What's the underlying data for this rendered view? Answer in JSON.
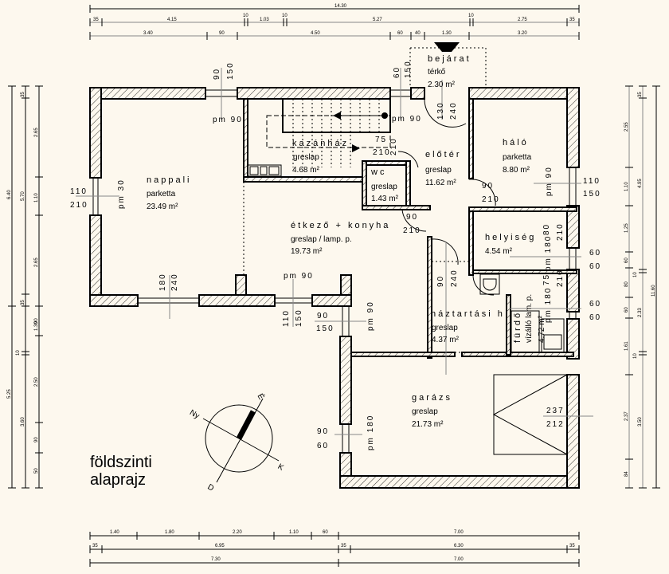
{
  "title": {
    "line1": "földszinti",
    "line2": "alaprajz"
  },
  "compass": {
    "north": "É",
    "south": "D",
    "east": "K",
    "west": "Ny"
  },
  "dimensions": {
    "top": {
      "overall": "14.30",
      "row2": [
        "35",
        "4.15",
        "10",
        "1.03",
        "10",
        "5.27",
        "10",
        "2.75",
        "35"
      ],
      "row3": [
        "3.40",
        "90",
        "4.50",
        "60",
        "40",
        "1.30",
        "3.20"
      ]
    },
    "bottom": {
      "row1": [
        "1.40",
        "1.80",
        "2.20",
        "1.10",
        "60",
        "7.00"
      ],
      "row2": [
        "35",
        "6.95",
        "35",
        "6.30",
        "35"
      ],
      "row3": [
        "7.30",
        "7.00"
      ]
    },
    "left": {
      "overall_top": "6.40",
      "overall_bottom": "5.25",
      "col2": [
        "35",
        "5.70",
        "35",
        "10",
        "3.60"
      ],
      "col3": [
        "2.65",
        "1.10",
        "2.65",
        "90",
        "1.30",
        "2.50",
        "90",
        "50"
      ]
    },
    "right": {
      "overall": "11.60",
      "col2": [
        "35",
        "4.95",
        "10",
        "2.33",
        "10",
        "3.50"
      ],
      "col3": [
        "2.55",
        "1.10",
        "1.25",
        "60",
        "80",
        "60",
        "1.61",
        "2.37",
        "84"
      ]
    }
  },
  "rooms": [
    {
      "name": "nappali",
      "floor": "parketta",
      "area": "23.49 m²"
    },
    {
      "name": "kazánház",
      "floor": "greslap",
      "area": "4.68 m²"
    },
    {
      "name": "bejárat",
      "floor": "térkő",
      "area": "2.30 m²"
    },
    {
      "name": "előtér",
      "floor": "greslap",
      "area": "11.62 m²"
    },
    {
      "name": "háló",
      "floor": "parketta",
      "area": "8.80 m²"
    },
    {
      "name": "wc",
      "floor": "greslap",
      "area": "1.43 m²"
    },
    {
      "name": "étkező + konyha",
      "floor": "greslap / lamp. p.",
      "area": "19.73 m²"
    },
    {
      "name": "helyiség",
      "floor": "",
      "area": "4.54 m²"
    },
    {
      "name": "háztartási h",
      "floor": "greslap",
      "area": "4.37 m²"
    },
    {
      "name": "fürdő",
      "floor": "vízálló lam. p.",
      "area": "4.72 m²"
    },
    {
      "name": "garázs",
      "floor": "greslap",
      "area": "21.73 m²"
    }
  ],
  "openings": {
    "top_window_nappali": [
      "90",
      "150",
      "pm 90"
    ],
    "top_window_stair": [
      "60",
      "150",
      "pm 90"
    ],
    "entrance_door": [
      "130",
      "240"
    ],
    "wc_door": [
      "75",
      "210"
    ],
    "kazan_door": [
      "210"
    ],
    "left_window": [
      "110",
      "210",
      "pm 30"
    ],
    "bottom_door_nappali": [
      "180",
      "240"
    ],
    "bottom_window_kitchen": [
      "110",
      "150",
      "pm 90"
    ],
    "side_window_kitchen": [
      "90",
      "150",
      "pm 90"
    ],
    "kitchen_door": [
      "90",
      "210"
    ],
    "elotér_door": [
      "90",
      "210"
    ],
    "haztartasi_door": [
      "90",
      "240"
    ],
    "halo_window": [
      "110",
      "150",
      "pm 90"
    ],
    "halo_door": [
      "80",
      "210"
    ],
    "helyiseg_window": [
      "60",
      "60",
      "pm 180"
    ],
    "furdo_door": [
      "75",
      "210"
    ],
    "furdo_window": [
      "60",
      "60",
      "pm 180"
    ],
    "garage_window": [
      "90",
      "60",
      "pm 180"
    ],
    "garage_door": [
      "237",
      "212"
    ]
  }
}
